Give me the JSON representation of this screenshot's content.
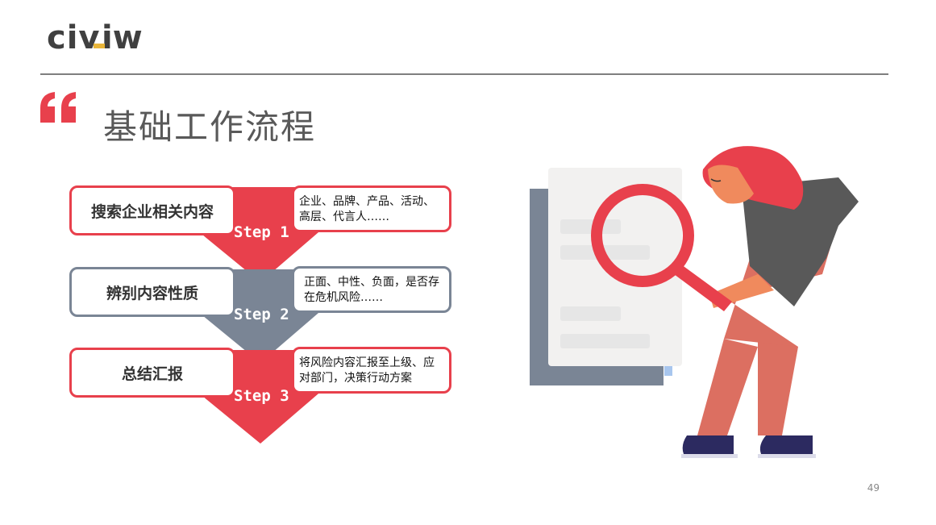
{
  "brand": {
    "logo_text": "civiw"
  },
  "header": {
    "title": "基础工作流程"
  },
  "steps": [
    {
      "label": "搜索企业相关内容",
      "step": "Step 1",
      "desc": "企业、品牌、产品、活动、高层、代言人……",
      "color": "#e8404c"
    },
    {
      "label": "辨别内容性质",
      "step": "Step 2",
      "desc": "正面、中性、负面，是否存在危机风险……",
      "color": "#7a8595"
    },
    {
      "label": "总结汇报",
      "step": "Step 3",
      "desc": "将风险内容汇报至上级、应对部门，决策行动方案",
      "color": "#e8404c"
    }
  ],
  "footer": {
    "page_number": "49"
  },
  "colors": {
    "red": "#e8404c",
    "gray": "#7a8595",
    "logo_yellow": "#e8b53a"
  }
}
